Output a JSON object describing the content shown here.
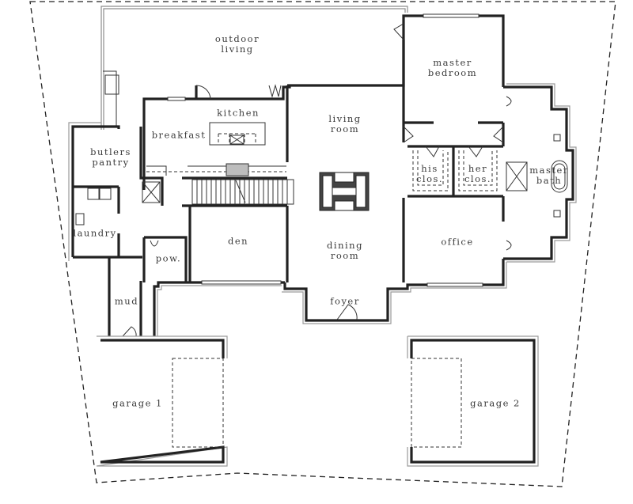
{
  "plan": {
    "type": "residential floor plan",
    "colors": {
      "wall": "#222222",
      "wall_outline": "#9a9a9a",
      "label": "#3a3a3a",
      "background": "#ffffff"
    }
  },
  "rooms": {
    "outdoor_living": "outdoor\nliving",
    "kitchen": "kitchen",
    "breakfast": "breakfast",
    "butlers_pantry": "butlers\npantry",
    "laundry": "laundry",
    "pow": "pow.",
    "mud": "mud",
    "den": "den",
    "living_room": "living\nroom",
    "dining_room": "dining\nroom",
    "foyer": "foyer",
    "master_bedroom": "master\nbedroom",
    "his_clos": "his\nclos.",
    "her_clos": "her\nclos.",
    "master_bath": "master\nbath",
    "office": "office",
    "garage_1": "garage 1",
    "garage_2": "garage 2"
  }
}
